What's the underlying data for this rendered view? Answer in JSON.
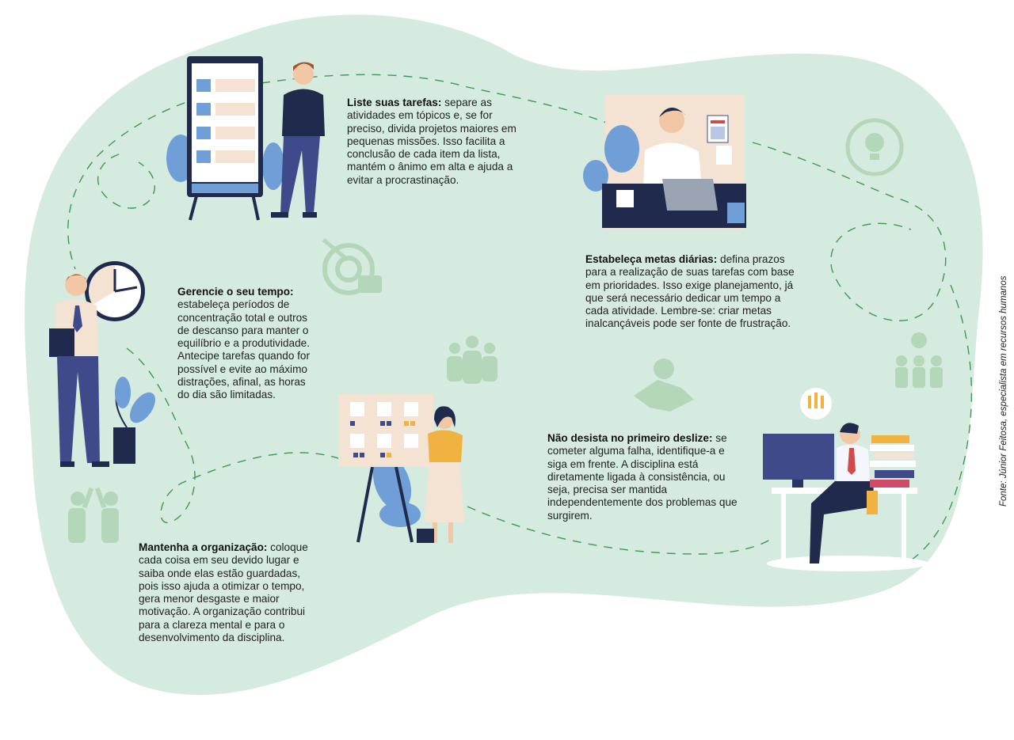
{
  "tips": [
    {
      "id": "liste",
      "title": "Liste suas tarefas:",
      "body": " separe as atividades em tópicos e, se for preciso, divida projetos maiores em pequenas missões. Isso facilita a conclusão de cada item da lista, mantém o ânimo em alta e ajuda a evitar a procrastinação."
    },
    {
      "id": "metas",
      "title": "Estabeleça metas diárias:",
      "body": " defina prazos para a realização de suas tarefas com base em prioridades. Isso exige planejamento, já que será necessário dedicar um tempo a cada atividade. Lembre-se: criar metas inalcançáveis pode ser fonte de frustração."
    },
    {
      "id": "tempo",
      "title": "Gerencie o seu tempo:",
      "body": " estabeleça períodos de concentração total e outros de descanso para manter o equilíbrio e a produtividade. Antecipe tarefas quando for possível e evite ao máximo distrações, afinal, as horas do dia são limitadas."
    },
    {
      "id": "deslize",
      "title": "Não desista no primeiro deslize:",
      "body": " se cometer alguma falha, identifique-a e siga em frente. A disciplina está diretamente ligada à consistência, ou seja, precisa ser mantida independentemente dos problemas que surgirem."
    },
    {
      "id": "organizacao",
      "title": "Mantenha a organização:",
      "body": " coloque cada coisa em seu devido lugar e saiba onde elas estão guardadas, pois isso ajuda a otimizar o tempo, gera menor desgaste e maior motivação. A organização contribui para a clareza mental e para o desenvolvimento da disciplina."
    }
  ],
  "credit": "Fonte: Júnior Feitosa, especialista em recursos humanos",
  "colors": {
    "blob": "#d6ebdf",
    "dash": "#3a9a52",
    "navy": "#1f2a4d",
    "blue": "#6f9fd6",
    "skin": "#f2c7a5",
    "beige": "#f4e3d3",
    "icon": "#b5d7b9"
  },
  "icons": [
    "checklist-board-icon",
    "clock-icon",
    "calendar-icon",
    "lightbulb-cycle-icon",
    "target-icon",
    "team-icon",
    "handshake-icon",
    "highfive-icon",
    "teamwork-gear-icon",
    "exclamation-icon"
  ]
}
